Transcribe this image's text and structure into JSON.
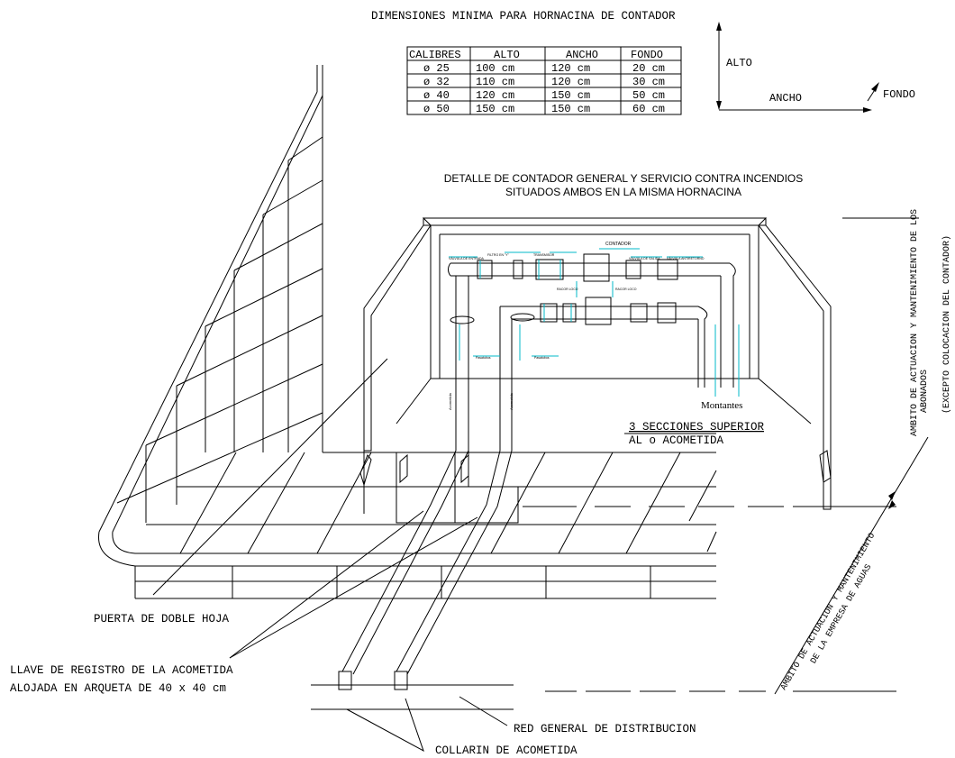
{
  "title_dimensions": "DIMENSIONES MINIMA PARA HORNACINA DE CONTADOR",
  "table": {
    "headers": [
      "CALIBRES",
      "ALTO",
      "ANCHO",
      "FONDO"
    ],
    "rows": [
      [
        "ø 25",
        "100  cm",
        "120  cm",
        "20  cm"
      ],
      [
        "ø 32",
        "110  cm",
        "120  cm",
        "30  cm"
      ],
      [
        "ø 40",
        "120  cm",
        "150  cm",
        "50  cm"
      ],
      [
        "ø 50",
        "150  cm",
        "150  cm",
        "60  cm"
      ]
    ]
  },
  "axes": {
    "alto": "ALTO",
    "ancho": "ANCHO",
    "fondo": "FONDO"
  },
  "detail_title": {
    "line1": "DETALLE DE CONTADOR GENERAL Y SERVICIO CONTRA INCENDIOS",
    "line2": "SITUADOS AMBOS EN LA MISMA HORNACINA"
  },
  "small_labels": {
    "valvula_entrada": "VÁLVULA DE ENTRADA",
    "filtro": "FILTRO EN \"Y\"",
    "transmisor": "TRANSMISOR",
    "contador": "CONTADOR",
    "valvula_salida": "VÁLVULA DE SALIDA",
    "valvula_antiretorno": "VÁLVULA ANTIRETORNO",
    "racor_1": "RACOR LOCO",
    "racor_2": "RACOR LOCO",
    "acometida_1": "Acometida",
    "acometida_2": "Acometida",
    "pasatubos_1": "Pasatubos",
    "pasatubos_2": "Pasatubos"
  },
  "montantes": "Montantes",
  "secciones": {
    "line1": "3 SECCIONES SUPERIOR",
    "line2": "AL o ACOMETIDA"
  },
  "labels": {
    "puerta": "PUERTA DE DOBLE HOJA",
    "llave_line1": "LLAVE DE REGISTRO DE LA ACOMETIDA",
    "llave_line2": "ALOJADA EN ARQUETA DE 40 x 40 cm",
    "red": "RED GENERAL DE DISTRIBUCION",
    "collarin": "COLLARIN DE ACOMETIDA"
  },
  "ambito_abonados": {
    "line1": "AMBITO DE ACTUACION Y MANTENIMIENTO DE LOS",
    "line2": "ABONADOS",
    "line3": "(EXCEPTO COLOCACION DEL CONTADOR)"
  },
  "ambito_empresa": {
    "line1": "AMBITO DE ACTUACION Y MANTENIMIENTO",
    "line2": "DE LA EMPRESA DE AGUAS"
  },
  "colors": {
    "cyan": "#00b8c8",
    "line": "#000000"
  }
}
